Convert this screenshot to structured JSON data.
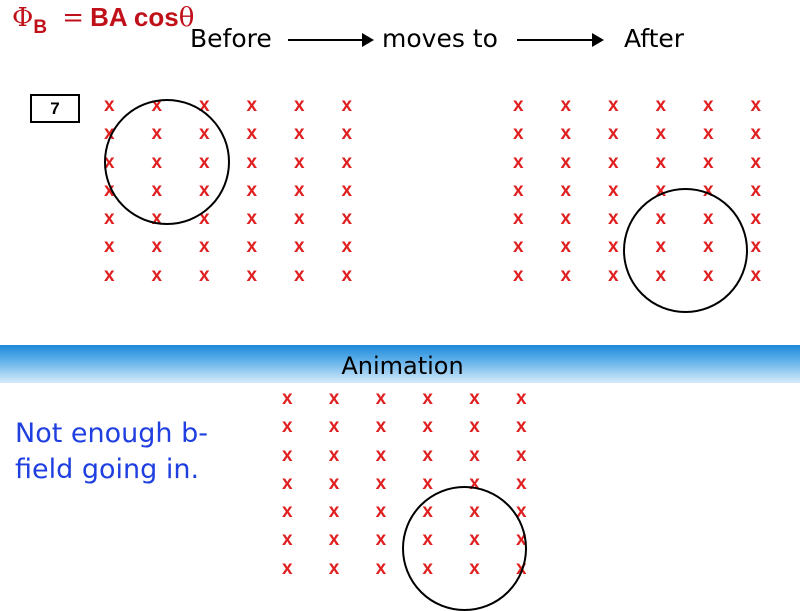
{
  "formula": {
    "phi": "Φ",
    "sub": "B",
    "equals": "=",
    "rhs": "BA cos",
    "theta": "θ"
  },
  "header": {
    "before": "Before",
    "moves_to": "moves to",
    "after": "After"
  },
  "slide_number": "7",
  "field_symbol": "x",
  "field_grid": {
    "rows": 7,
    "cols": 6
  },
  "animation_label": "Animation",
  "note": "Not enough b-field going in.",
  "colors": {
    "formula": "#c0111b",
    "field_x": "#e02020",
    "note": "#1f3fe0",
    "band": "#1a88d8"
  }
}
